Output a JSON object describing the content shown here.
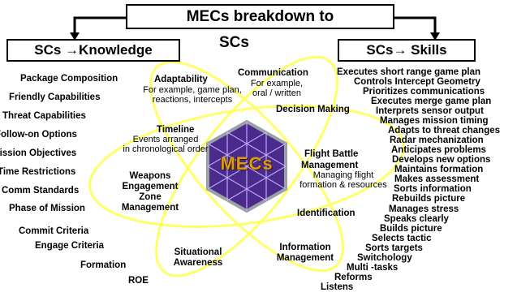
{
  "title_line1": "MECs breakdown to",
  "title_line2": "SCs",
  "left_header": "SCs →Knowledge",
  "right_header": "SCs→ Skills",
  "center_label": "MECs",
  "colors": {
    "ellipse": "#ffff66",
    "hex_fill": "#4a2a8c",
    "hex_grid": "#c9b8ff",
    "mecs_text": "#d99a1a"
  },
  "knowledge_items": [
    "Package Composition",
    "Friendly Capabilities",
    "Threat Capabilities",
    "Follow-on Options",
    "Mission Objectives",
    "Time Restrictions",
    "Comm Standards",
    "Phase of Mission",
    "Commit Criteria",
    "Engage Criteria",
    "Formation",
    "ROE"
  ],
  "skills_items": [
    "Executes short range game plan",
    "Controls Intercept Geometry",
    "Prioritizes communications",
    "Executes merge game plan",
    "Interprets sensor output",
    "Manages mission timing",
    "Adapts to threat changes",
    "Radar mechanization",
    "Anticipates problems",
    "Develops new options",
    "Maintains formation",
    "Makes assessment",
    "Sorts information",
    "Rebuilds picture",
    "Manages stress",
    "Speaks clearly",
    "Builds picture",
    "Selects tactic",
    "Sorts targets",
    "Switchology",
    "Multi -tasks",
    "Reforms",
    "Listens"
  ],
  "mecs": {
    "adaptability": {
      "title": "Adaptability",
      "note1": "For example, game plan,",
      "note2": "reactions, intercepts"
    },
    "communication": {
      "title": "Communication",
      "note1": "For example,",
      "note2": "oral / written"
    },
    "decision_making": {
      "title": "Decision Making"
    },
    "timeline": {
      "title": "Timeline",
      "note1": "Events arranged",
      "note2": "in chronological order"
    },
    "flight_battle": {
      "title1": "Flight Battle",
      "title2": "Management",
      "note1": "Managing flight",
      "note2": "formation & resources"
    },
    "weapons": {
      "line1": "Weapons",
      "line2": "Engagement",
      "line3": "Zone",
      "line4": "Management"
    },
    "identification": {
      "title": "Identification"
    },
    "situational": {
      "line1": "Situational",
      "line2": "Awareness"
    },
    "information": {
      "line1": "Information",
      "line2": "Management"
    }
  }
}
